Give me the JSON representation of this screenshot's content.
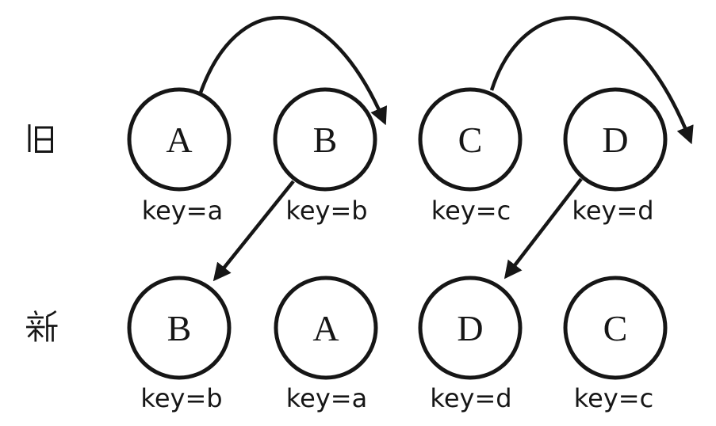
{
  "diagram": {
    "background": "#ffffff",
    "ink_color": "#161616",
    "rows": [
      {
        "id": "old",
        "label": "旧",
        "nodes": [
          {
            "letter": "A",
            "key": "key=a"
          },
          {
            "letter": "B",
            "key": "key=b"
          },
          {
            "letter": "C",
            "key": "key=c"
          },
          {
            "letter": "D",
            "key": "key=d"
          }
        ]
      },
      {
        "id": "new",
        "label": "新",
        "nodes": [
          {
            "letter": "B",
            "key": "key=b"
          },
          {
            "letter": "A",
            "key": "key=a"
          },
          {
            "letter": "D",
            "key": "key=d"
          },
          {
            "letter": "C",
            "key": "key=c"
          }
        ]
      }
    ],
    "arrows": [
      {
        "id": "hop-over-old-b",
        "style": "curved",
        "from_node": "old-A",
        "to": "right-of-old-B"
      },
      {
        "id": "old-b-to-new-b",
        "style": "straight",
        "from_node": "old-B",
        "to_node": "new-B"
      },
      {
        "id": "hop-over-old-d",
        "style": "curved",
        "from_node": "old-C",
        "to": "right-of-old-D"
      },
      {
        "id": "old-d-to-new-d",
        "style": "straight",
        "from_node": "old-D",
        "to_node": "new-D"
      }
    ]
  }
}
